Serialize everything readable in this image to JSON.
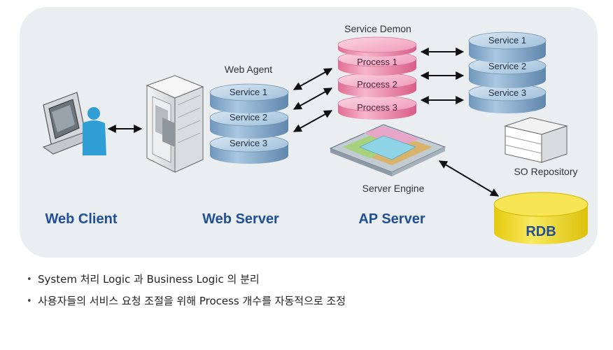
{
  "labels": {
    "service_demon": "Service Demon",
    "web_agent": "Web Agent",
    "server_engine": "Server Engine",
    "so_repository": "SO Repository",
    "web_client": "Web Client",
    "web_server": "Web Server",
    "ap_server": "AP Server",
    "rdb": "RDB"
  },
  "web_agent_services": [
    "Service 1",
    "Service 2",
    "Service 3"
  ],
  "processes": [
    "Process 1",
    "Process 2",
    "Process 3"
  ],
  "right_services": [
    "Service 1",
    "Service 2",
    "Service 3"
  ],
  "notes": [
    "System 처리 Logic 과 Business Logic 의 분리",
    "사용자들의 서비스 요청 조절을 위해 Process 개수를 자동적으로 조정"
  ],
  "colors": {
    "panel": "#eaeef0",
    "blue_cylinder": "#8ab0cf",
    "pink_cylinder": "#ee8fae",
    "rdb_yellow": "#f2dc25",
    "title_blue": "#1f4e9a"
  }
}
